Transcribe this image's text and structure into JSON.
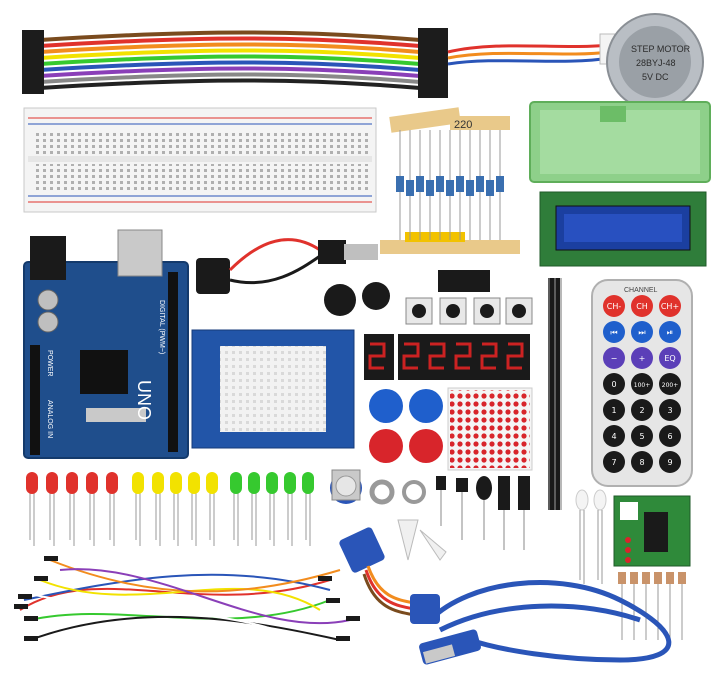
{
  "board": {
    "brand": "UNO",
    "label_1": "DIGITAL (PWM~)",
    "label_2": "POWER",
    "label_3": "ANALOG IN"
  },
  "motor": {
    "label_line1": "STEP MOTOR",
    "label_line2": "28BYJ-48",
    "label_line3": "5V DC"
  },
  "resistor_tags": {
    "tag_1": "220"
  },
  "remote": {
    "buttons": [
      "CH-",
      "CH",
      "CH+",
      "⏮",
      "⏭",
      "⏯",
      "−",
      "+",
      "EQ",
      "0",
      "100+",
      "200+",
      "1",
      "2",
      "3",
      "4",
      "5",
      "6",
      "7",
      "8",
      "9"
    ],
    "channel_label": "CHANNEL"
  },
  "colors": {
    "arduino_blue": "#1f4e8c",
    "lcd_screen": "#1b3fa0",
    "case_green": "#8ed08a",
    "led_red": "#e0322c",
    "led_yellow": "#f2e200",
    "led_green": "#36c92f",
    "button_blue": "#1f5fcc",
    "button_red": "#d8252b",
    "usb_blue": "#2a55b8"
  }
}
